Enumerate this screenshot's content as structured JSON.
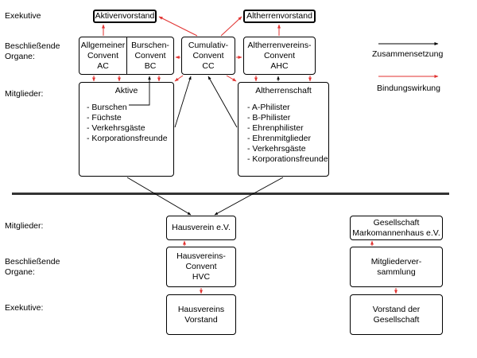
{
  "rows": {
    "exekutive_top": "Exekutive",
    "organe_top": [
      "Beschließende",
      "Organe:"
    ],
    "mitglieder_top": "Mitglieder:",
    "mitglieder_bottom": "Mitglieder:",
    "organe_bottom": [
      "Beschließende",
      "Organe:"
    ],
    "exekutive_bottom": "Exekutive:"
  },
  "legend": {
    "composition": "Zusammensetzung",
    "binding": "Bindungswirkung"
  },
  "colors": {
    "composition_arrow": "#000000",
    "binding_arrow": "#e0312f",
    "divider": "#333333"
  },
  "boxes": {
    "aktivenvorstand": "Aktivenvorstand",
    "altherrenvorstand": "Altherrenvorstand",
    "ac": [
      "Allgemeiner",
      "Convent",
      "AC"
    ],
    "bc": [
      "Burschen-",
      "Convent",
      "BC"
    ],
    "cc": [
      "Cumulativ-",
      "Convent",
      "CC"
    ],
    "ahc": [
      "Altherrenvereins-",
      "Convent",
      "AHC"
    ],
    "aktive": {
      "title": "Aktive",
      "items": [
        "- Burschen",
        "- Füchste",
        "- Verkehrsgäste",
        "- Korporationsfreunde"
      ]
    },
    "altherrenschaft": {
      "title": "Altherrenschaft",
      "items": [
        "- A-Philister",
        "- B-Philister",
        "- Ehrenphilister",
        "- Ehrenmitglieder",
        "- Verkehrsgäste",
        "- Korporationsfreunde"
      ]
    },
    "hausverein": "Hausverein e.V.",
    "hvc": [
      "Hausvereins-",
      "Convent",
      "HVC"
    ],
    "hv_vorstand": [
      "Hausvereins",
      "Vorstand"
    ],
    "gesellschaft": [
      "Gesellschaft",
      "Markomannenhaus e.V."
    ],
    "mitgliederversammlung": [
      "Mitgliederver-",
      "sammlung"
    ],
    "gesellschaft_vorstand": [
      "Vorstand der",
      "Gesellschaft"
    ]
  }
}
